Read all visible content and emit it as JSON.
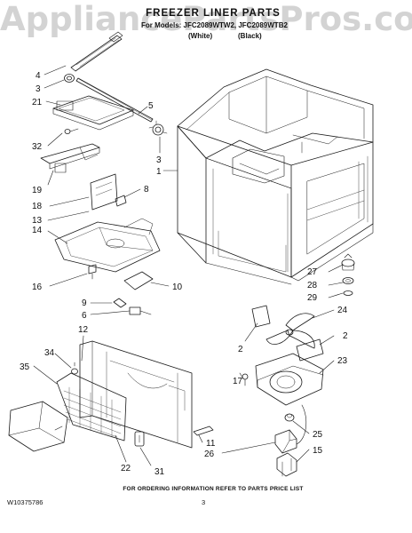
{
  "watermark": "AppliancePartsPros.com",
  "header": {
    "title": "FREEZER LINER PARTS",
    "models_line": "For Models: JFC2089WTW2, JFC2089WTB2",
    "variant_white": "(White)",
    "variant_black": "(Black)"
  },
  "callouts": [
    "4",
    "3",
    "21",
    "5",
    "32",
    "3",
    "1",
    "19",
    "8",
    "18",
    "13",
    "14",
    "27",
    "28",
    "29",
    "16",
    "10",
    "9",
    "6",
    "24",
    "12",
    "2",
    "2",
    "34",
    "23",
    "35",
    "17",
    "11",
    "25",
    "26",
    "15",
    "22",
    "31"
  ],
  "footer": {
    "order_note": "FOR ORDERING INFORMATION REFER TO PARTS PRICE LIST",
    "doc_number": "W10375786",
    "page_number": "3"
  },
  "colors": {
    "line": "#1a1a1a",
    "watermark": "#969696",
    "background": "#ffffff"
  }
}
